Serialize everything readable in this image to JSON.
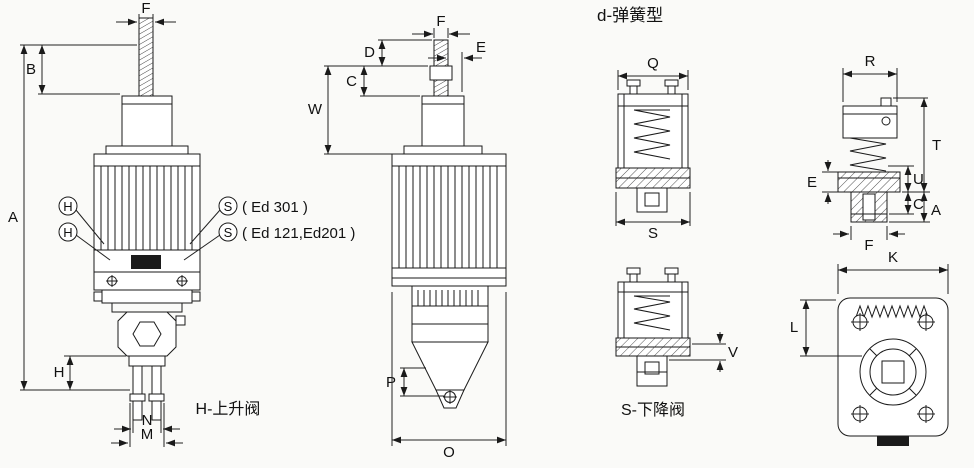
{
  "page": {
    "background": "#fafaf8",
    "line_color": "#1a1a1a"
  },
  "section_title": "d-弹簧型",
  "front_view": {
    "caption": "H-上升阀",
    "dims": {
      "f": "F",
      "b": "B",
      "a": "A",
      "h": "H",
      "n": "N",
      "m": "M"
    },
    "callouts": {
      "h1": "H",
      "h2": "H",
      "s1": "S",
      "s2": "S",
      "s1_note": "( Ed 301 )",
      "s2_note": "( Ed 121,Ed201 )"
    }
  },
  "side_view": {
    "dims": {
      "c": "C",
      "d": "D",
      "f": "F",
      "e": "E",
      "w": "W",
      "p": "P",
      "o": "O"
    }
  },
  "spring_type": {
    "caption": "S-下降阀",
    "upper": {
      "dims": {
        "q": "Q",
        "s": "S"
      }
    },
    "lower": {
      "dims": {
        "v": "V"
      }
    }
  },
  "side_valve_view": {
    "dims": {
      "r": "R",
      "t": "T",
      "u": "U",
      "c": "C",
      "a": "A",
      "e": "E",
      "f": "F"
    }
  },
  "flange_view": {
    "dims": {
      "k": "K",
      "l": "L"
    }
  }
}
